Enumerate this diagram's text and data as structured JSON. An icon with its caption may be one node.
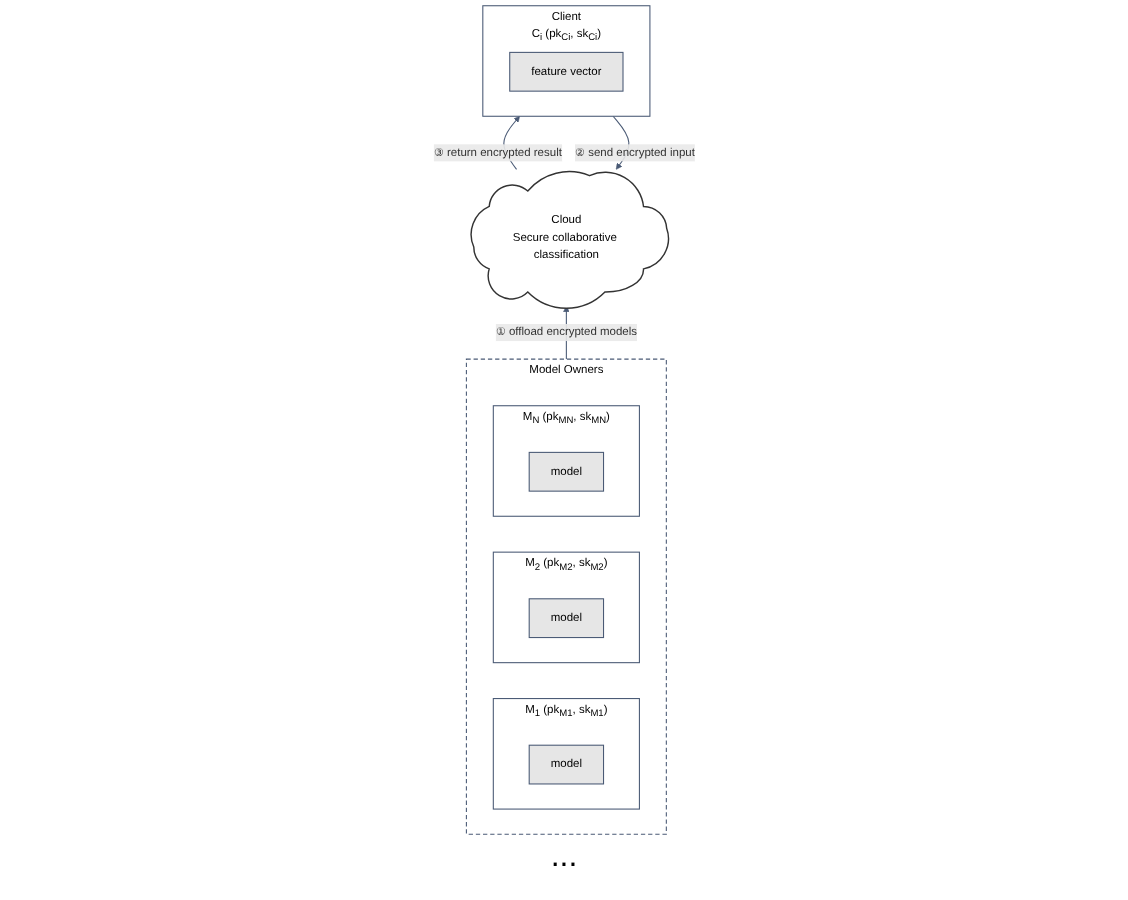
{
  "diagram": {
    "nodes": [
      {
        "text": [
          "Client"
        ],
        "beside": [
          "C$_{i}$ (pk$_{Ci}$, sk$_{Ci}$)"
        ]
      },
      {
        "text": [
          "feature vector"
        ],
        "in": 0
      },
      {
        "text": [
          "Cloud",
          "Secure collaborative classification"
        ]
      },
      {
        "text": [
          "Model Owners"
        ]
      },
      {
        "text": [],
        "shape": "box",
        "in": 3,
        "beside": [
          "M$_{1}$ (pk$_{M1}$, sk$_{M1}$)"
        ]
      },
      {
        "text": [
          "model"
        ],
        "in": 4
      },
      {
        "text": [],
        "shape": "box",
        "in": 3,
        "beside": [
          "M$_{2}$ (pk$_{M2}$, sk$_{M2}$)"
        ]
      },
      {
        "text": [
          "model"
        ],
        "in": 6
      },
      {
        "text": [],
        "shape": "box",
        "in": 3,
        "beside": [
          "M$_{N}$ (pk$_{MN}$, sk$_{MN}$)"
        ]
      },
      {
        "text": [
          "model"
        ],
        "in": 8
      }
    ],
    "edges": [
      {
        "from": 0,
        "to": 2,
        "arrow": "to",
        "label": "② send encrypted input"
      },
      {
        "from": 2,
        "to": 0,
        "arrow": "to",
        "label": "③ return encrypted result"
      },
      {
        "from": 3,
        "to": 2,
        "arrow": "to",
        "label": "① offload encrypted models"
      }
    ],
    "labels": [
      "..."
    ]
  }
}
